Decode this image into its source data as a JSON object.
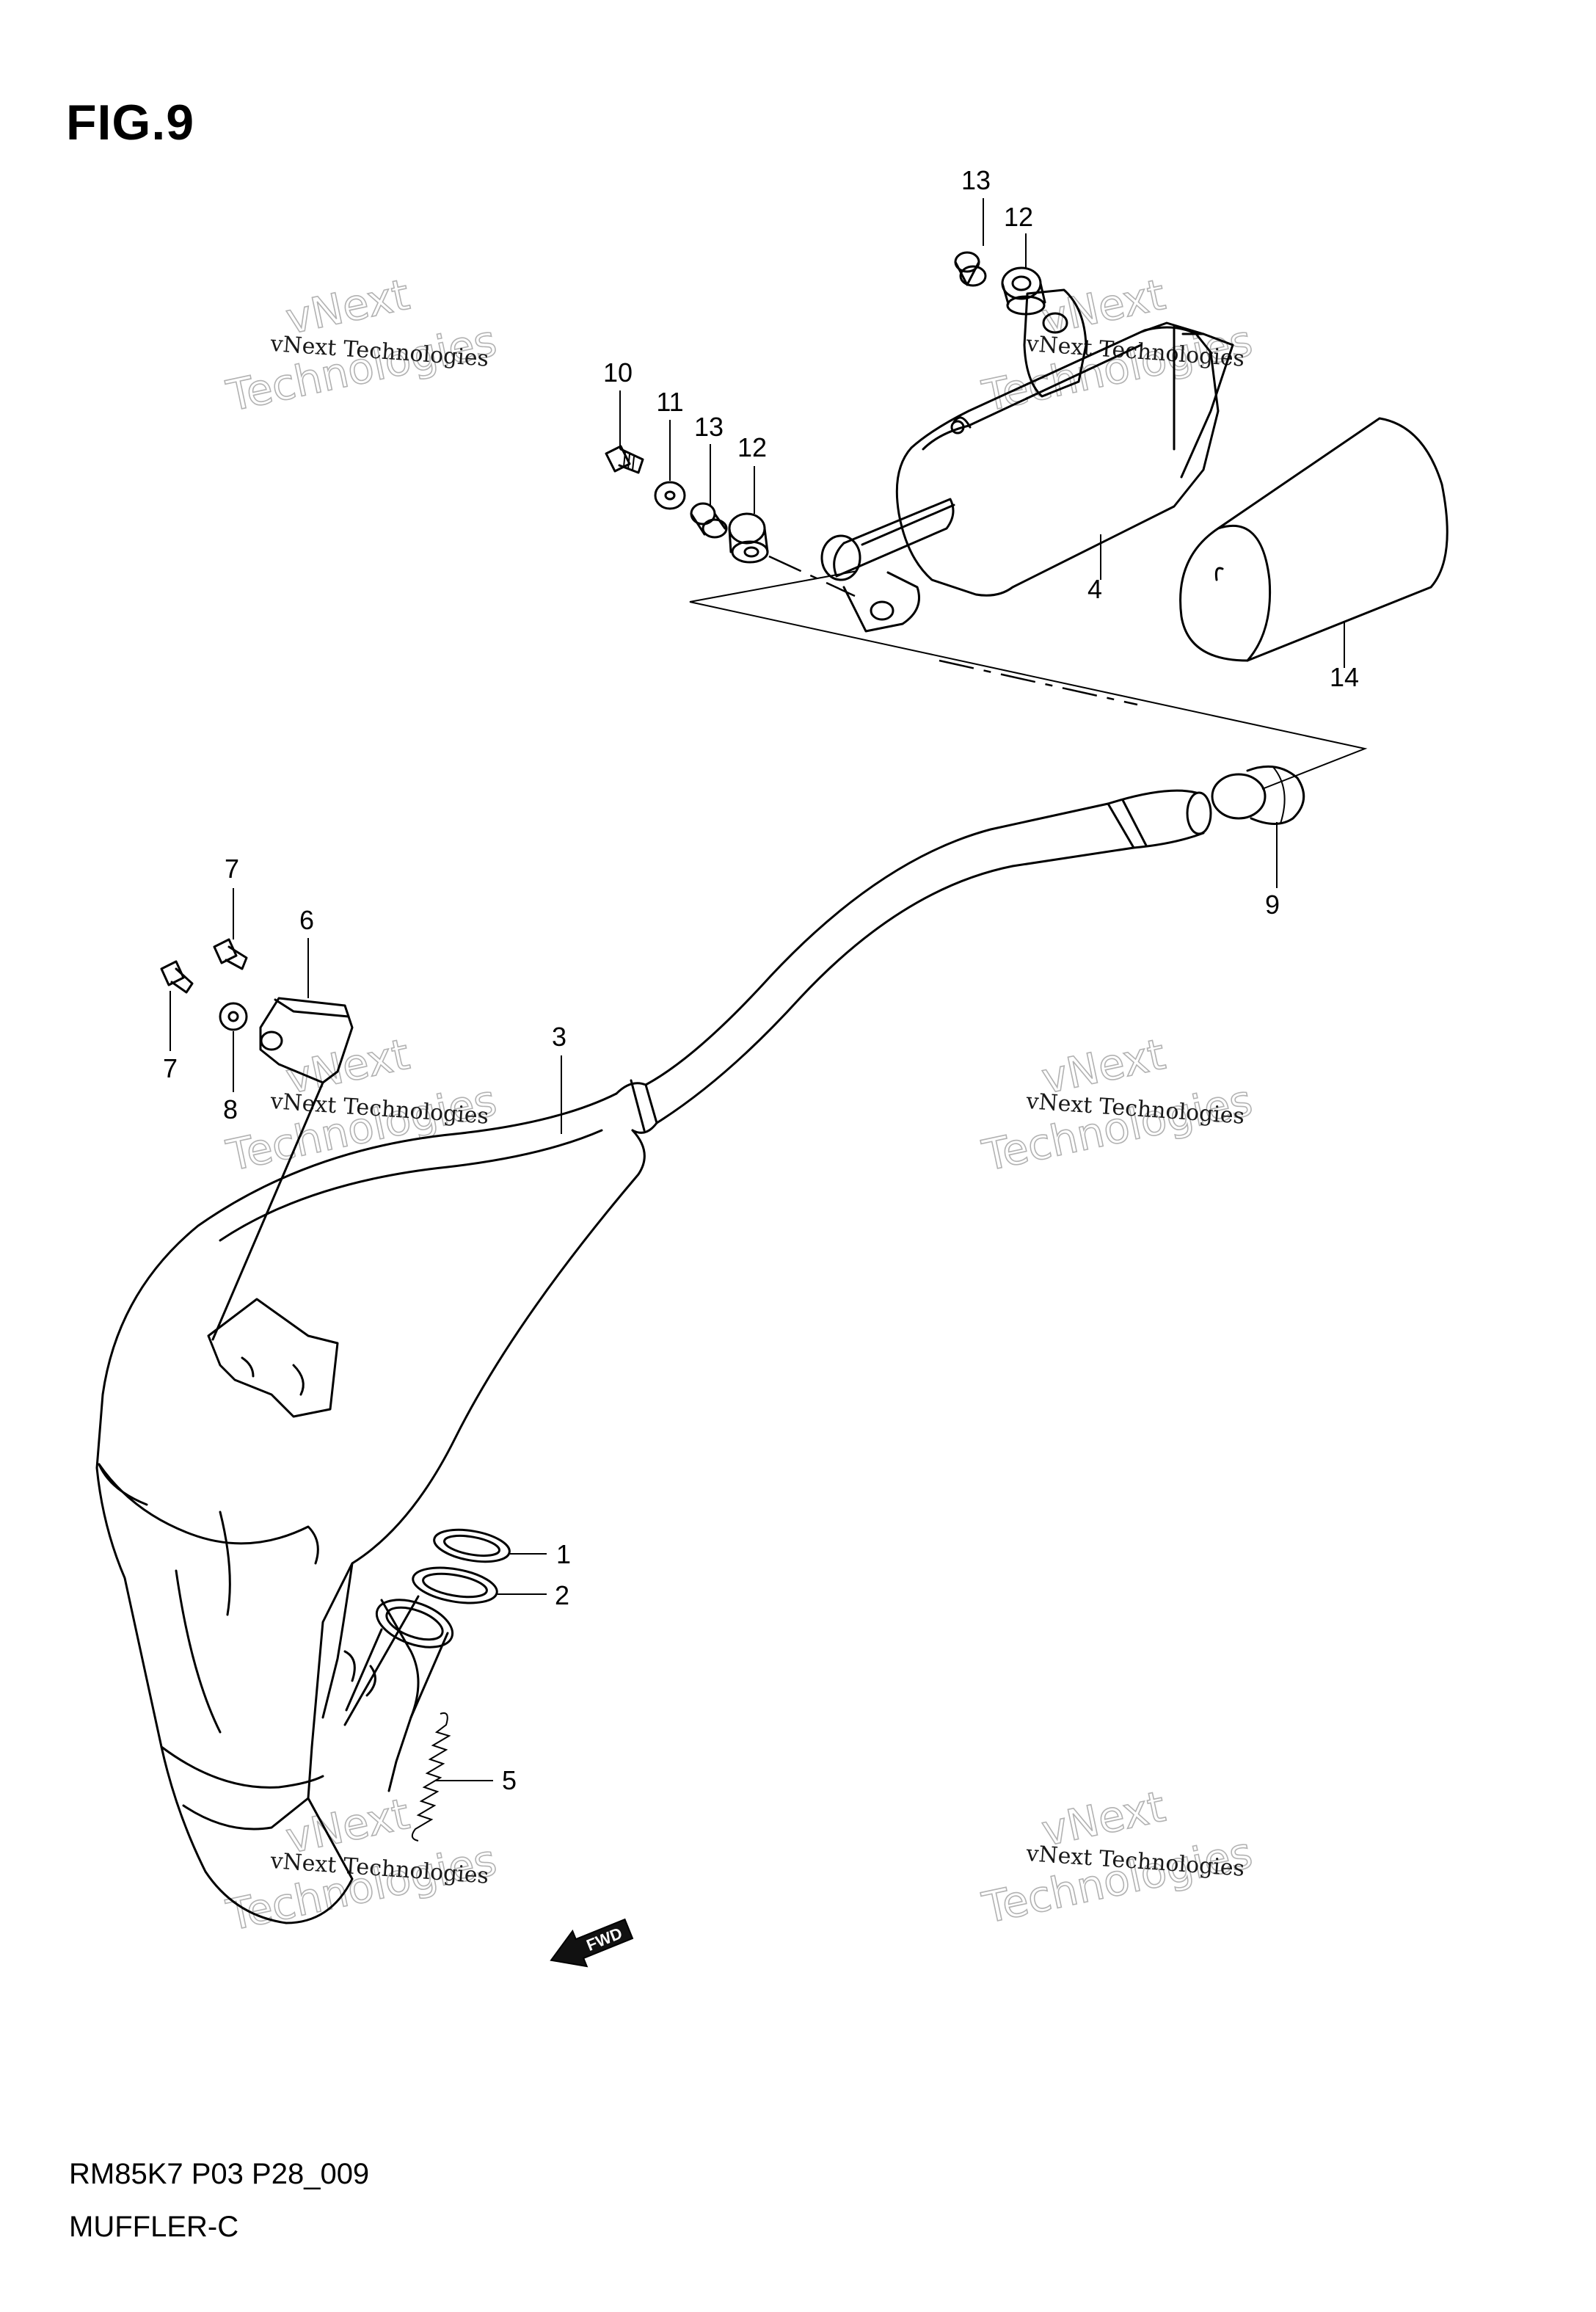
{
  "figure": {
    "title": "FIG.9",
    "model_code": "RM85K7 P03 P28_009",
    "section_name": "MUFFLER-C"
  },
  "callouts": [
    {
      "id": "c13a",
      "label": "13"
    },
    {
      "id": "c12a",
      "label": "12"
    },
    {
      "id": "c10",
      "label": "10"
    },
    {
      "id": "c11",
      "label": "11"
    },
    {
      "id": "c13b",
      "label": "13"
    },
    {
      "id": "c12b",
      "label": "12"
    },
    {
      "id": "c4",
      "label": "4"
    },
    {
      "id": "c14",
      "label": "14"
    },
    {
      "id": "c9",
      "label": "9"
    },
    {
      "id": "c7a",
      "label": "7"
    },
    {
      "id": "c6",
      "label": "6"
    },
    {
      "id": "c7b",
      "label": "7"
    },
    {
      "id": "c8",
      "label": "8"
    },
    {
      "id": "c3",
      "label": "3"
    },
    {
      "id": "c1",
      "label": "1"
    },
    {
      "id": "c2",
      "label": "2"
    },
    {
      "id": "c5",
      "label": "5"
    }
  ],
  "fwd_badge": "FWD",
  "watermark": {
    "line1": "vNext",
    "line2": "Technologies",
    "caption": "vNext Technologies"
  }
}
